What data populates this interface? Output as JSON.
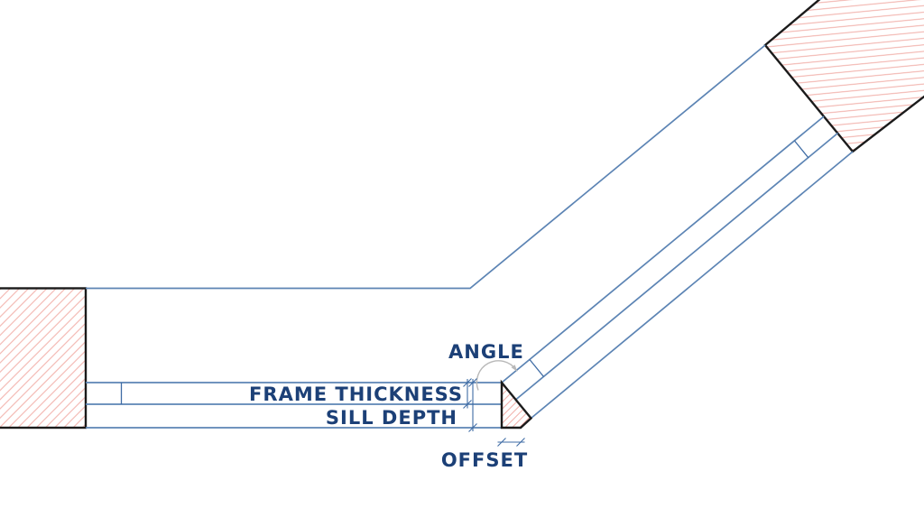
{
  "labels": {
    "angle": "ANGLE",
    "frame_thickness": "FRAME THICKNESS",
    "sill_depth": "SILL DEPTH",
    "offset": "OFFSET"
  },
  "colors": {
    "background": "#ffffff",
    "line_blue": "#5c84b4",
    "dim_blue": "#3e6ba4",
    "text_navy": "#1c4077",
    "outline_black": "#1b1b1b",
    "hatch_red": "#ee9e96",
    "arc_gray": "#b8b8b8"
  }
}
